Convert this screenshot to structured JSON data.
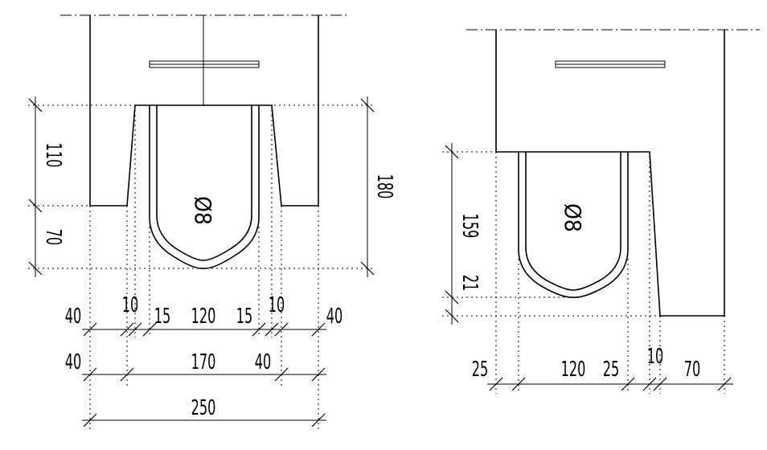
{
  "left_section": {
    "dims_horizontal_row1": [
      "40",
      "10",
      "15",
      "120",
      "15",
      "10",
      "40"
    ],
    "dims_horizontal_row2": [
      "40",
      "170",
      "40"
    ],
    "dims_horizontal_row3": [
      "250"
    ],
    "dims_vertical_left": [
      "110",
      "70"
    ],
    "dims_vertical_right": [
      "180"
    ],
    "rebar_label": "Ø8"
  },
  "right_section": {
    "dims_horizontal": [
      "25",
      "120",
      "25",
      "10",
      "70"
    ],
    "dims_vertical": [
      "159",
      "21"
    ],
    "rebar_label": "Ø8"
  }
}
